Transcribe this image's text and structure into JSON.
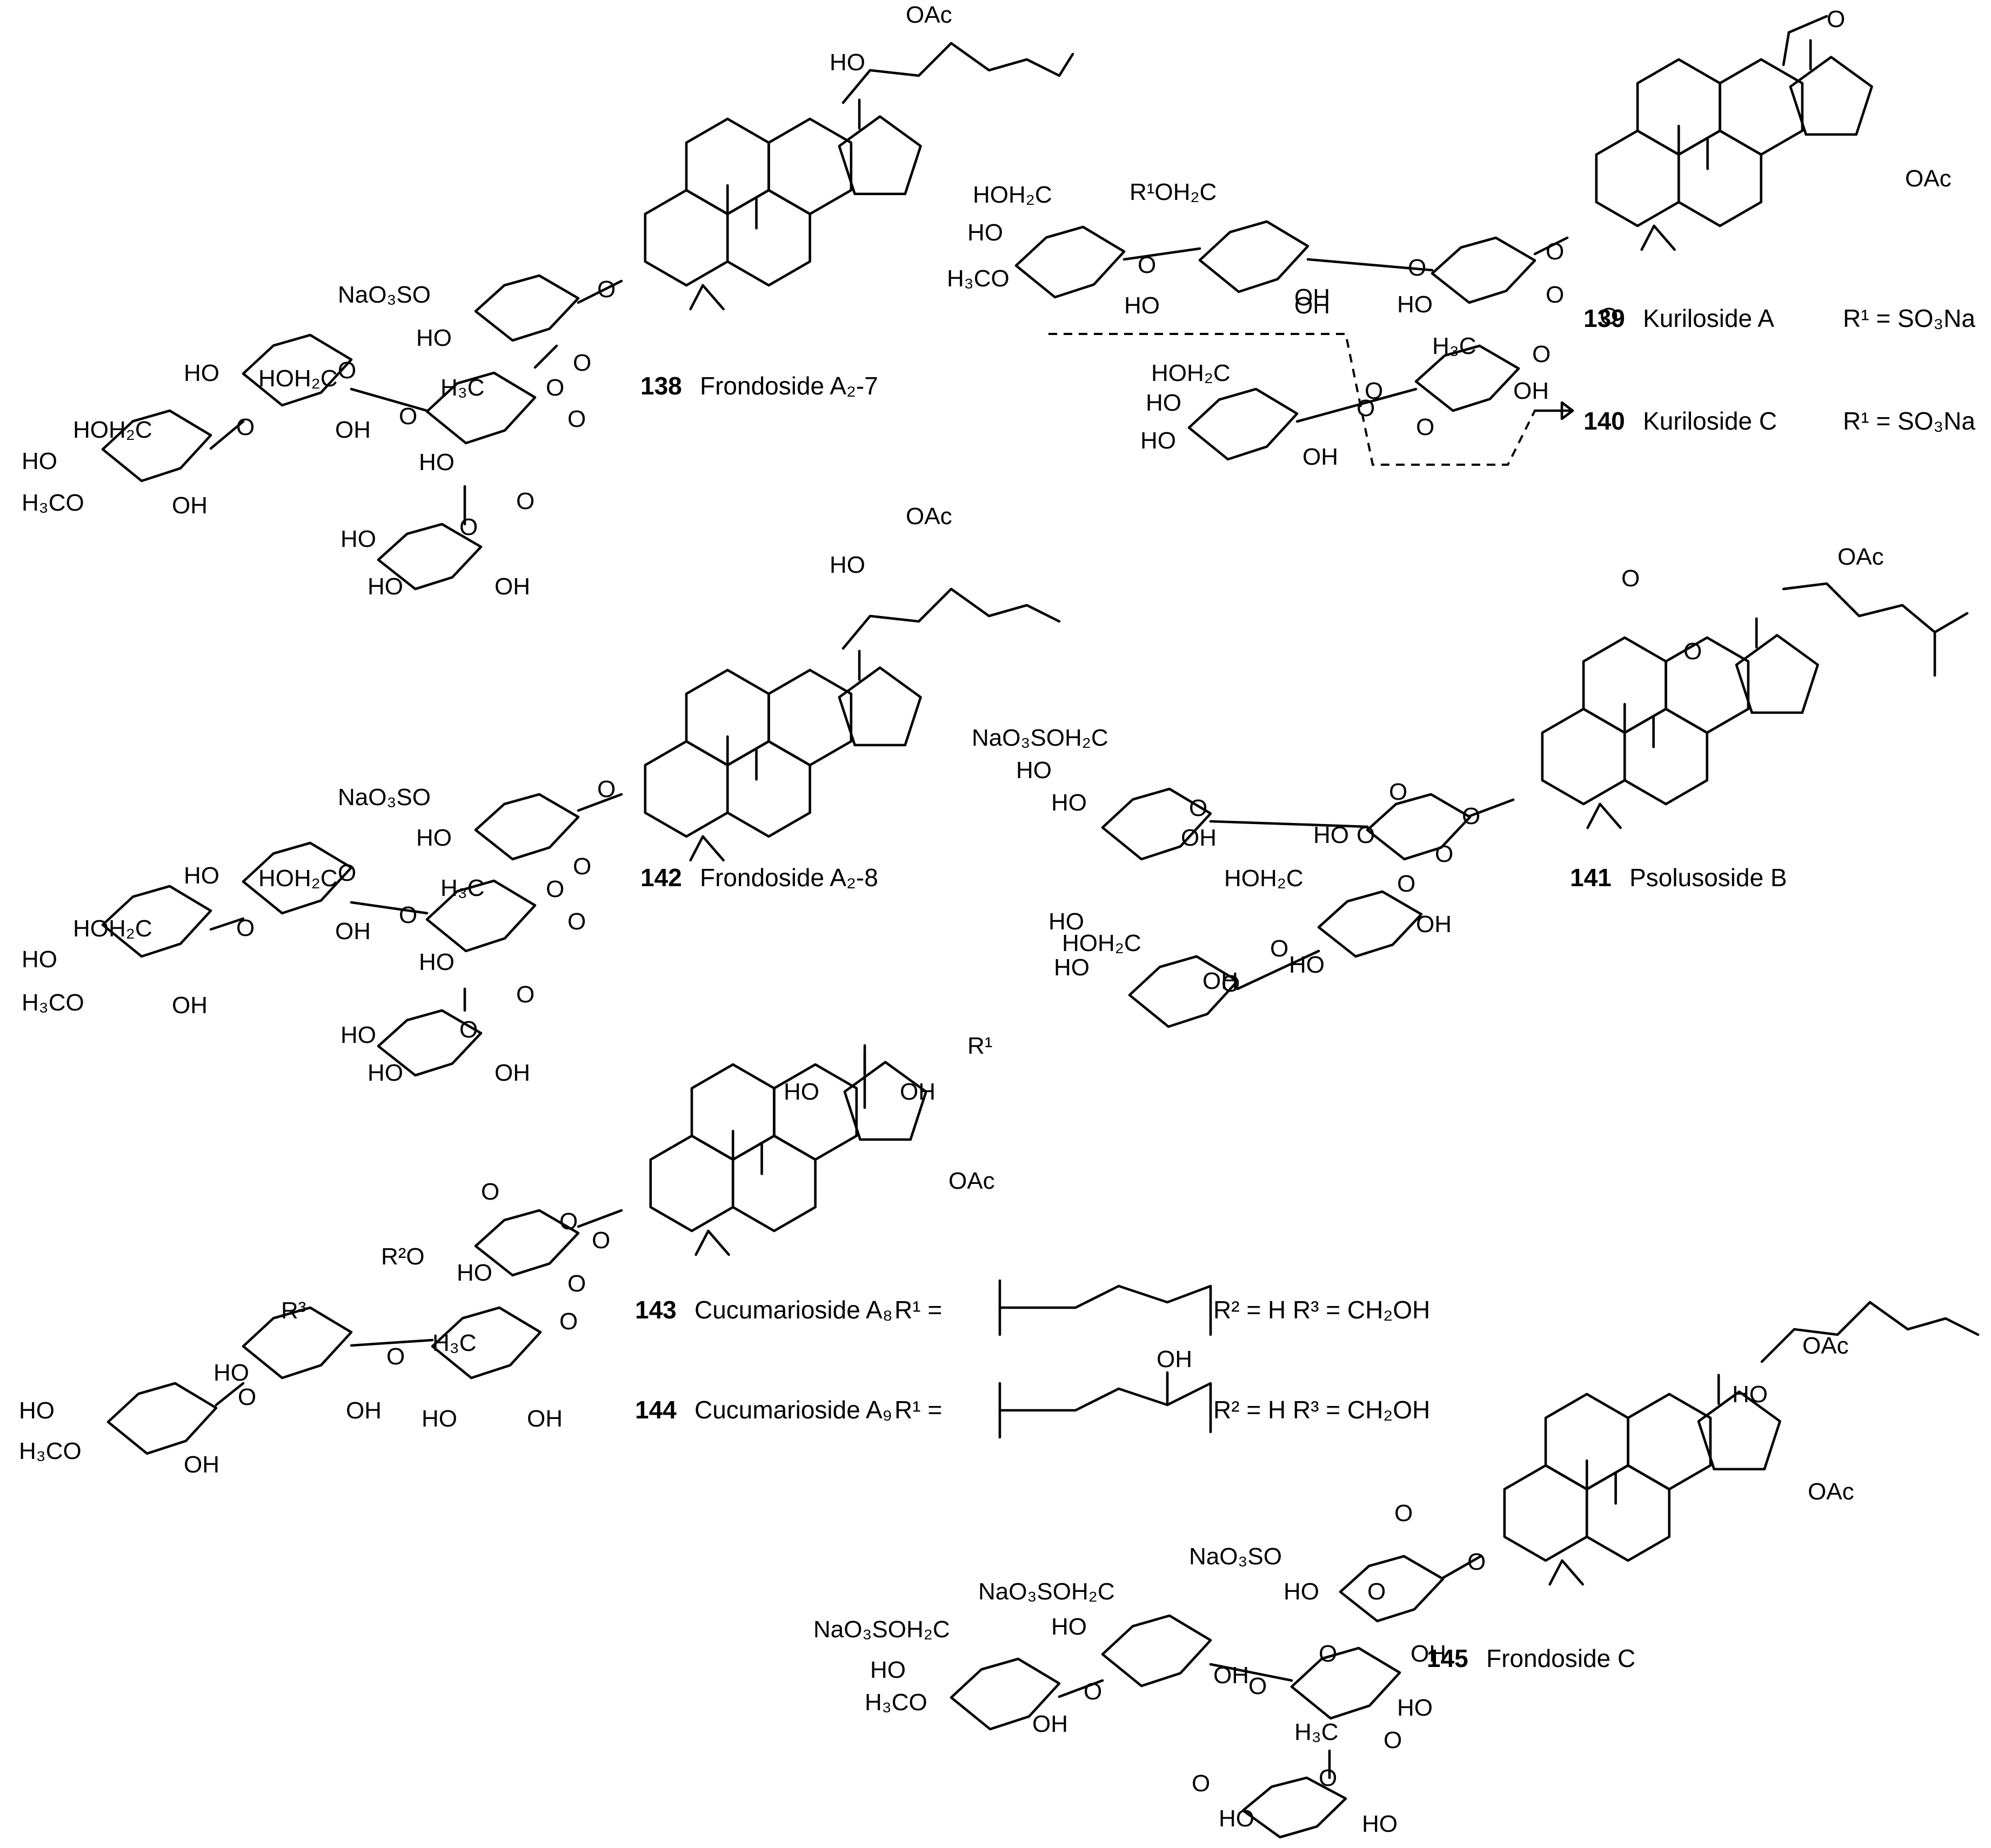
{
  "compounds": [
    {
      "number": "138",
      "name": "Frondoside A₂-7",
      "substituents": ""
    },
    {
      "number": "139",
      "name": "Kuriloside A",
      "substituents": "R¹ = SO₃Na"
    },
    {
      "number": "140",
      "name": "Kuriloside C",
      "substituents": "R¹ = SO₃Na"
    },
    {
      "number": "142",
      "name": "Frondoside A₂-8",
      "substituents": ""
    },
    {
      "number": "141",
      "name": "Psolusoside B",
      "substituents": ""
    },
    {
      "number": "143",
      "name": "Cucumarioside A₈",
      "substituents": "R¹ =",
      "extra": "R² = H  R³ = CH₂OH"
    },
    {
      "number": "144",
      "name": "Cucumarioside A₉",
      "substituents": "R¹ =",
      "extra": "R² = H  R³ = CH₂OH"
    },
    {
      "number": "145",
      "name": "Frondoside C",
      "substituents": ""
    }
  ],
  "atom_labels": {
    "s138": [
      "OAc",
      "HO",
      "NaO₃SO",
      "HO",
      "HOH₂C",
      "HO",
      "OH",
      "HOH₂C",
      "HO",
      "H₃CO",
      "OH",
      "O",
      "O",
      "H₃C",
      "HO",
      "O",
      "HO",
      "HO",
      "OH",
      "O",
      "O",
      "O",
      "O",
      "O",
      "O"
    ],
    "s139": [
      "O",
      "OAc",
      "R¹OH₂C",
      "HOH₂C",
      "HO",
      "H₃CO",
      "HO",
      "OH",
      "O",
      "O",
      "OH",
      "HO",
      "O",
      "O",
      "O",
      "O",
      "H₃C",
      "O",
      "OH",
      "HOH₂C",
      "HO",
      "HO",
      "OH",
      "O",
      "O"
    ],
    "s142": [
      "OAc",
      "HO",
      "NaO₃SO",
      "HO",
      "HOH₂C",
      "HO",
      "OH",
      "HOH₂C",
      "HO",
      "H₃CO",
      "OH",
      "O",
      "O",
      "H₃C",
      "HO",
      "O",
      "HO",
      "HO",
      "OH",
      "O",
      "O",
      "O",
      "O",
      "O",
      "O"
    ],
    "s141": [
      "O",
      "OAc",
      "O",
      "NaO₃SOH₂C",
      "HO",
      "HO",
      "OH",
      "O",
      "HO",
      "O",
      "O",
      "HOH₂C",
      "HO",
      "HO",
      "OH",
      "HOH₂C",
      "OH",
      "HO",
      "O",
      "O",
      "O",
      "O",
      "O"
    ],
    "s143": [
      "HO",
      "OH",
      "R¹",
      "OAc",
      "R²O",
      "HO",
      "O",
      "R³",
      "HO",
      "HO",
      "H₃CO",
      "OH",
      "OH",
      "H₃C",
      "HO",
      "OH",
      "O",
      "O",
      "O",
      "O",
      "O",
      "O",
      "OH"
    ],
    "s145": [
      "OAc",
      "HO",
      "OAc",
      "NaO₃SO",
      "HO",
      "NaO₃SOH₂C",
      "HO",
      "OH",
      "NaO₃SOH₂C",
      "HO",
      "H₃CO",
      "OH",
      "O",
      "O",
      "H₃C",
      "HO",
      "O",
      "HO",
      "HO",
      "OH",
      "O",
      "O",
      "O",
      "O",
      "O",
      "O"
    ]
  }
}
